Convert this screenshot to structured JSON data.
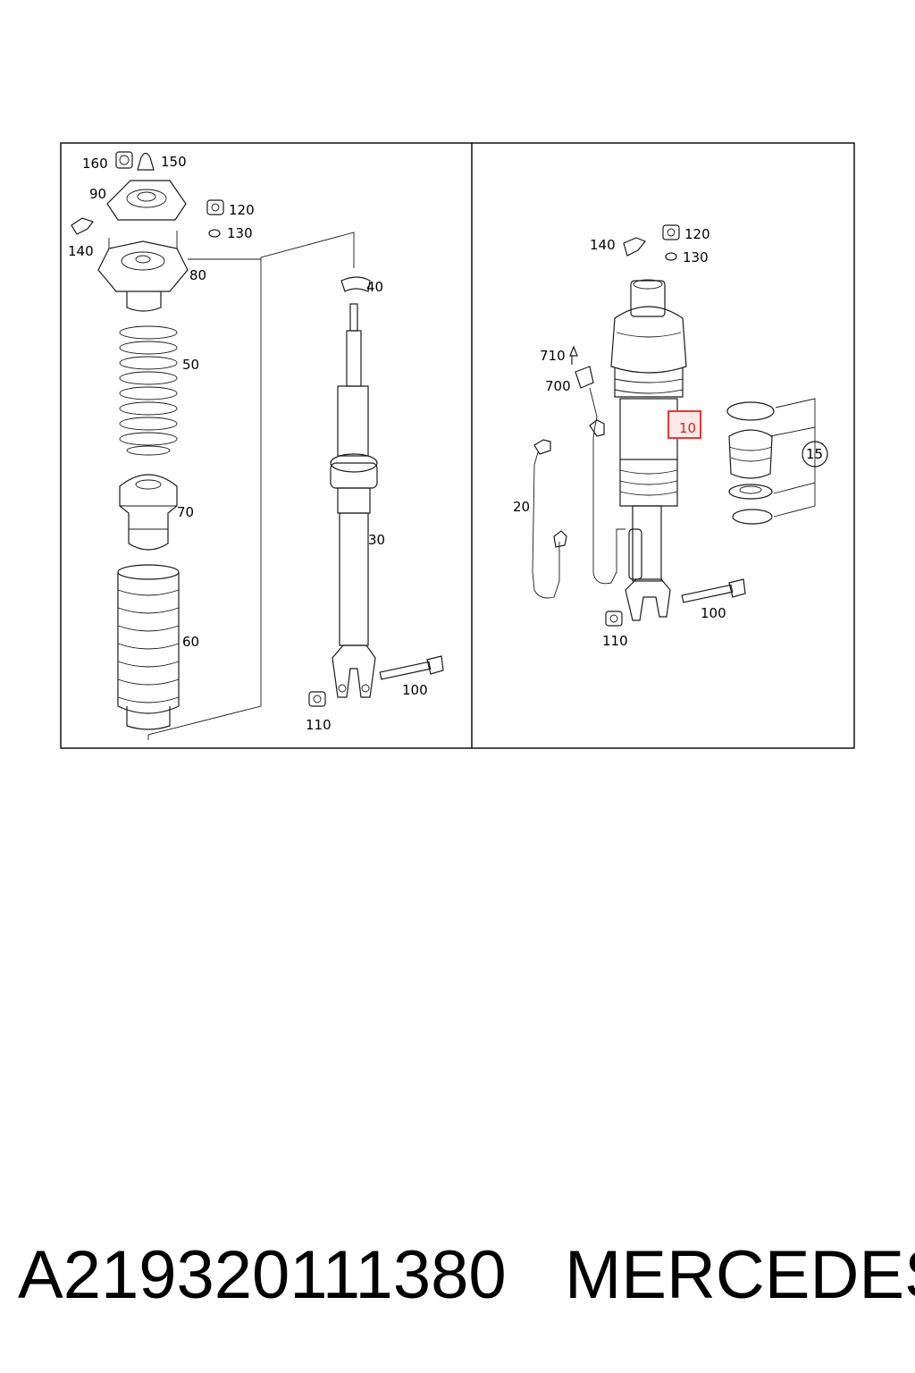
{
  "callouts": {
    "left": {
      "c160": "160",
      "c150": "150",
      "c90": "90",
      "c120": "120",
      "c130": "130",
      "c140": "140",
      "c80": "80",
      "c40": "40",
      "c50": "50",
      "c70": "70",
      "c30": "30",
      "c60": "60",
      "c100": "100",
      "c110": "110"
    },
    "right": {
      "c140": "140",
      "c120": "120",
      "c130": "130",
      "c710": "710",
      "c700": "700",
      "c10": "10",
      "c15": "15",
      "c20": "20",
      "c100": "100",
      "c110": "110"
    }
  },
  "highlight_color": "#e53935",
  "footer": {
    "part_number": "A219320111380",
    "brand": "MERCEDES"
  }
}
